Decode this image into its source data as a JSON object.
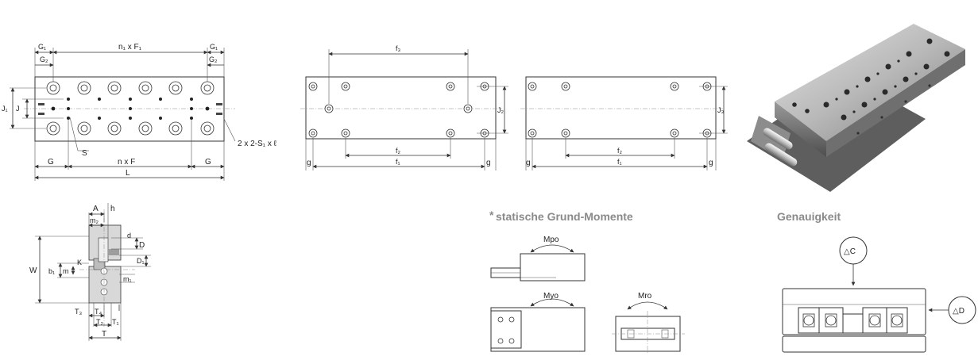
{
  "drawing1": {
    "labels": {
      "G1_left": "G₁",
      "G2_left": "G₂",
      "n1F1": "n₁ x F₁",
      "G1_right": "G₁",
      "G2_right": "G₂",
      "J1": "J₁",
      "J": "J",
      "S": "S",
      "callout": "2 x 2-S₁ x ℓ",
      "G_left": "G",
      "nF": "n x F",
      "G_right": "G",
      "L": "L"
    }
  },
  "drawing2": {
    "labels": {
      "f3": "f₃",
      "J2": "J₂",
      "f2": "f₂",
      "f1": "f₁",
      "g_left": "g",
      "g_right": "g"
    }
  },
  "drawing3": {
    "labels": {
      "J3": "J₃",
      "f2": "f₂",
      "f1": "f₁",
      "g_left": "g",
      "g_right": "g"
    }
  },
  "drawing4": {
    "labels": {
      "A": "A",
      "h": "h",
      "m2": "m₂",
      "d": "d",
      "D": "D",
      "W": "W",
      "K": "K",
      "D1": "D₁",
      "b1": "b₁",
      "m": "m",
      "m1": "m₁",
      "T3": "T₃",
      "T4": "T₄",
      "T2": "T₂",
      "T1": "T₁",
      "T": "T"
    }
  },
  "moments": {
    "star": "*",
    "heading": "statische Grund-Momente",
    "mpo": "Mpo",
    "myo": "Myo",
    "mro": "Mro"
  },
  "accuracy": {
    "heading": "Genauigkeit",
    "c_label": "△C",
    "d_label": "△D"
  }
}
